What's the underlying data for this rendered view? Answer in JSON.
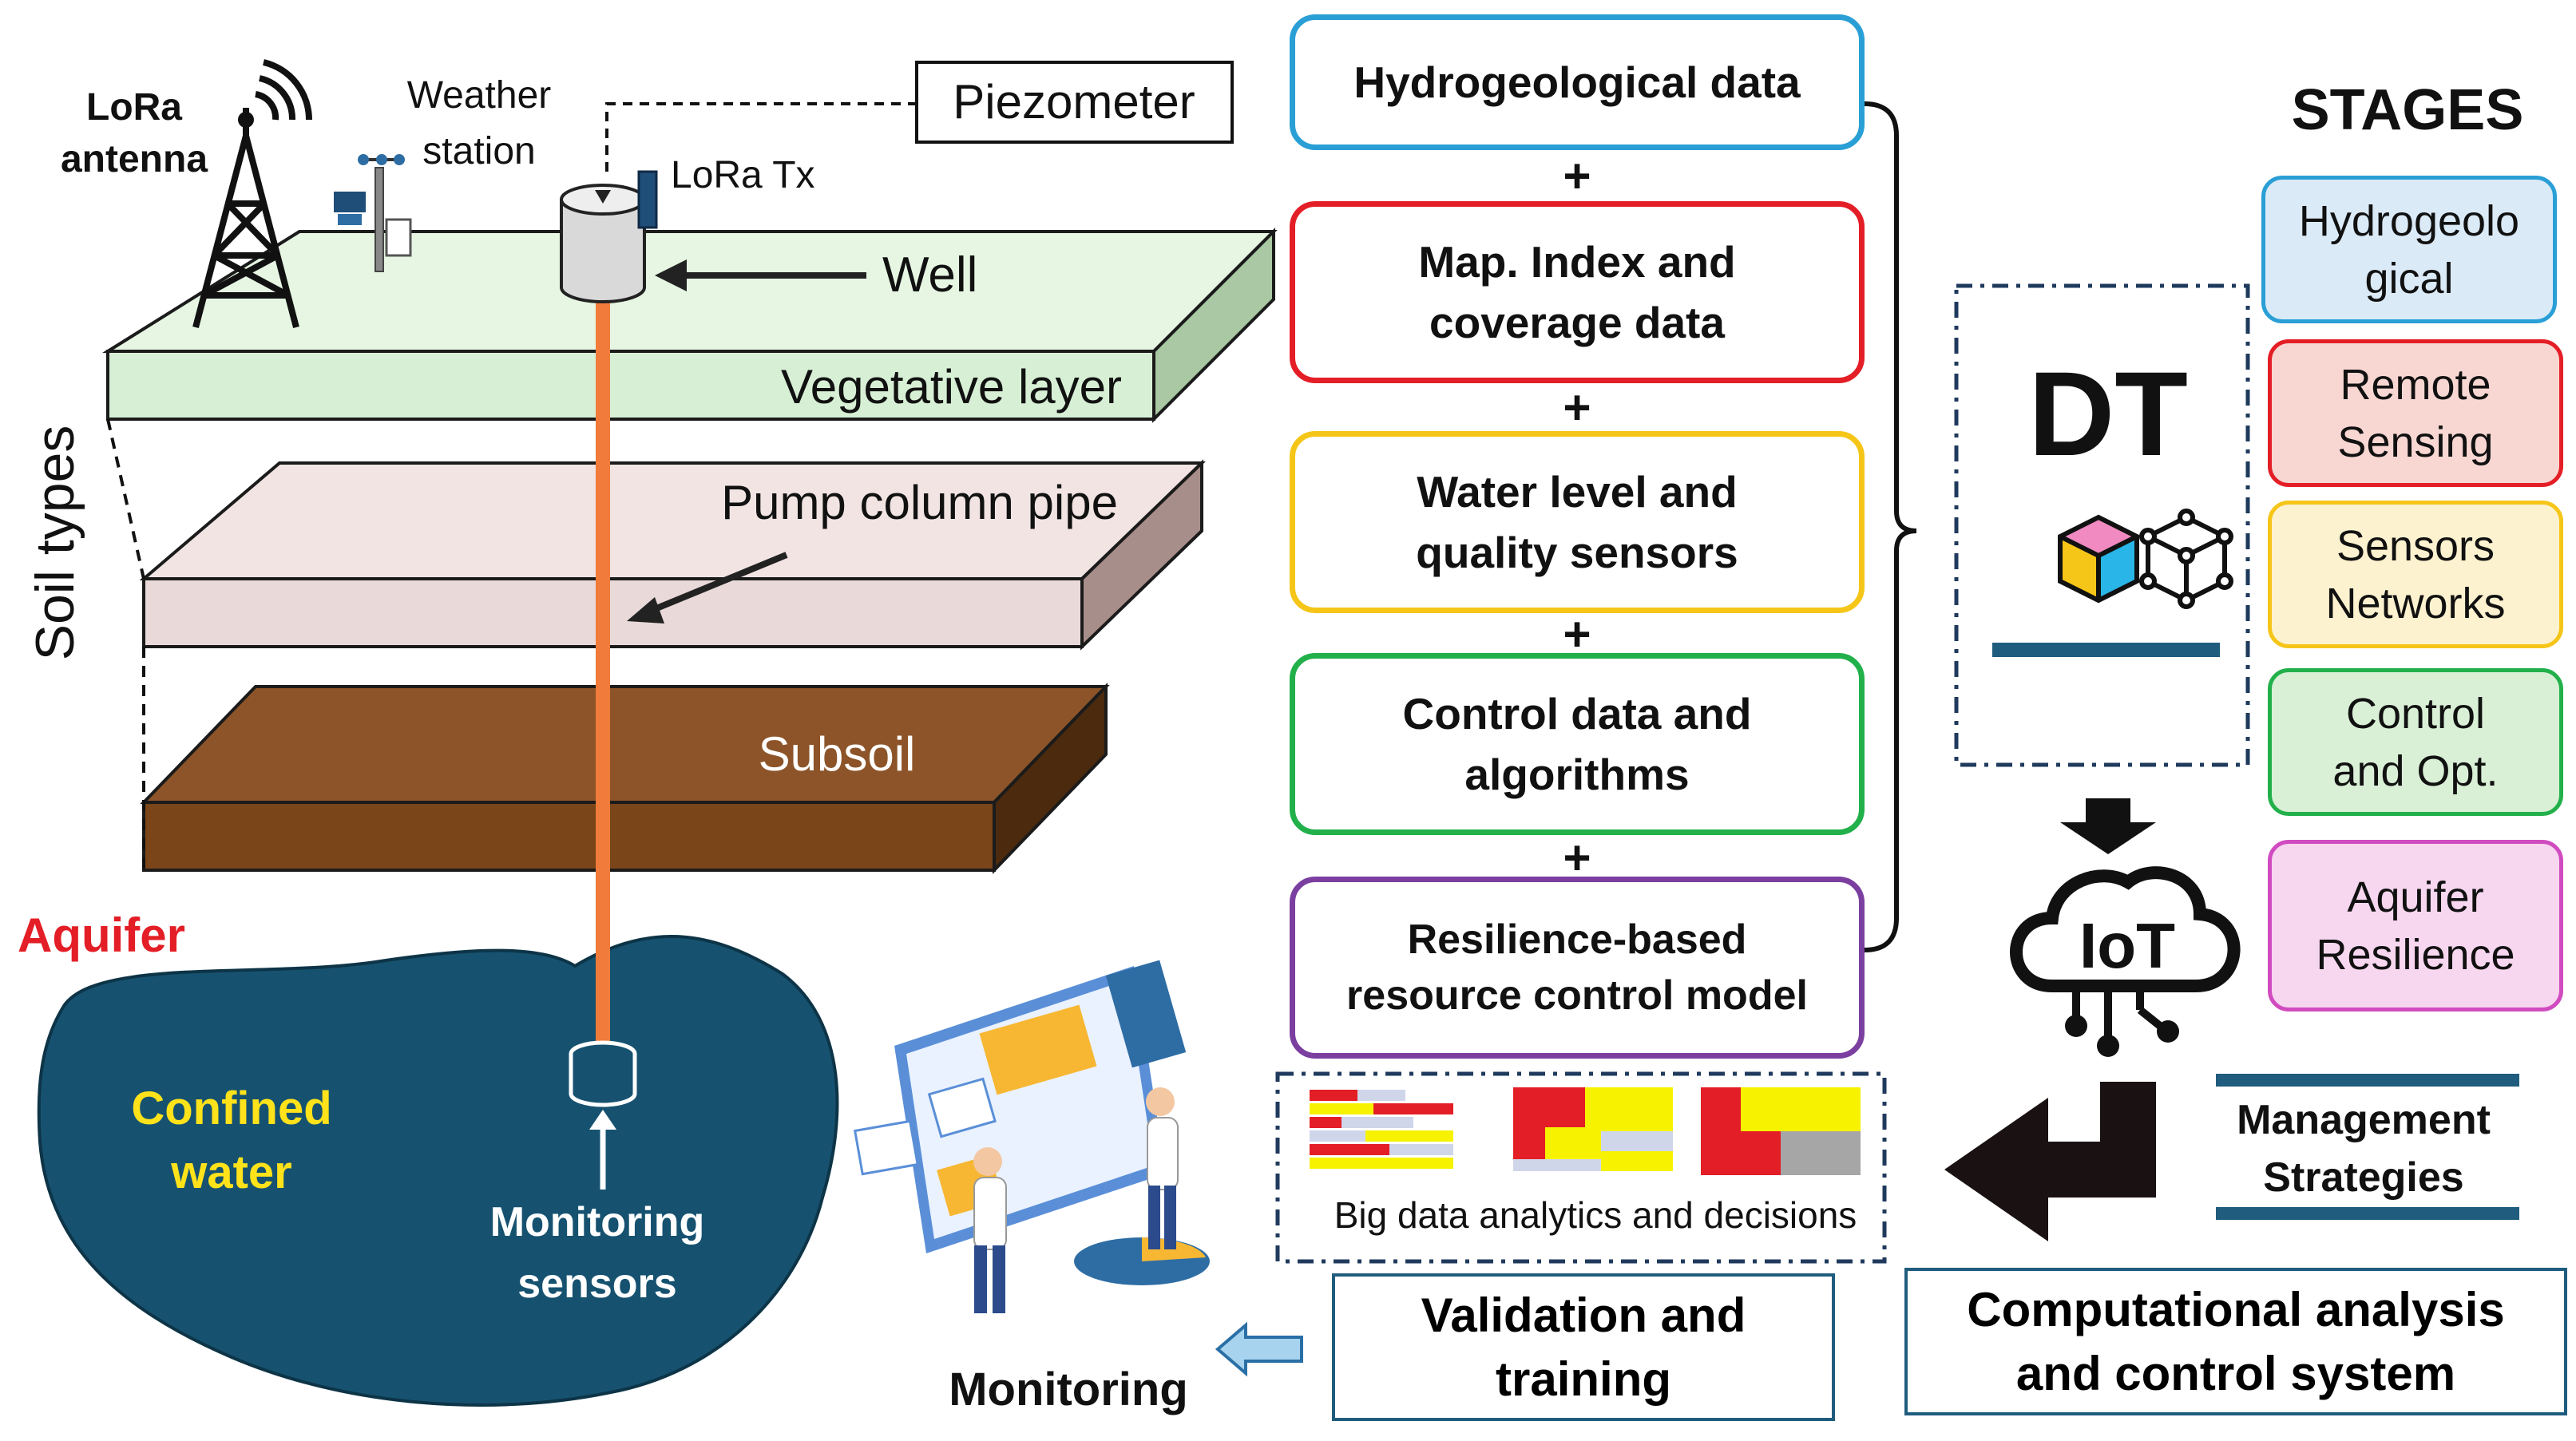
{
  "left": {
    "lora_antenna": "LoRa antenna",
    "weather_station": "Weather station",
    "piezometer": "Piezometer",
    "lora_tx": "LoRa Tx",
    "well": "Well",
    "vegetative_layer": "Vegetative layer",
    "pump_column_pipe": "Pump column pipe",
    "soil_types": "Soil types",
    "subsoil": "Subsoil",
    "aquifer": "Aquifer",
    "confined_water": "Confined water",
    "monitoring_sensors": "Monitoring sensors",
    "monitoring": "Monitoring"
  },
  "flow": [
    {
      "label": "Hydrogeological data",
      "color": "#2a9fd6"
    },
    {
      "label": "Map. Index and coverage data",
      "color": "#e41e26"
    },
    {
      "label": "Water level and quality sensors",
      "color": "#f5c518"
    },
    {
      "label": "Control data and algorithms",
      "color": "#22b04b"
    },
    {
      "label": "Resilience-based resource control model",
      "color": "#7b3fa0"
    }
  ],
  "plus_sign": "+",
  "dt": {
    "label": "DT"
  },
  "iot": {
    "label": "IoT"
  },
  "big_data": {
    "label": "Big data analytics and decisions"
  },
  "validation": {
    "label": "Validation and training"
  },
  "computational": {
    "label": "Computational analysis and control system"
  },
  "management": {
    "label": "Management Strategies"
  },
  "stages": {
    "title": "STAGES",
    "items": [
      {
        "label": "Hydrogeolo gical",
        "bg": "#dbeaf7",
        "border": "#2a9fd6"
      },
      {
        "label": "Remote Sensing",
        "bg": "#f8d7d3",
        "border": "#e41e26"
      },
      {
        "label": "Sensors Networks",
        "bg": "#fdf2cf",
        "border": "#f5c518"
      },
      {
        "label": "Control and Opt.",
        "bg": "#d9f0d6",
        "border": "#22b04b"
      },
      {
        "label": "Aquifer Resilience",
        "bg": "#f7d6ef",
        "border": "#d14bc0"
      }
    ]
  },
  "colors": {
    "vegetative": "#d7f0d5",
    "pump_layer": "#e9d9d8",
    "subsoil": "#8c5428",
    "aquifer_fill": "#165270",
    "pipe": "#f07b3a",
    "aquifer_text": "#e41e26",
    "confined_text": "#ffe21a",
    "accent_bar": "#1f5c7d"
  }
}
